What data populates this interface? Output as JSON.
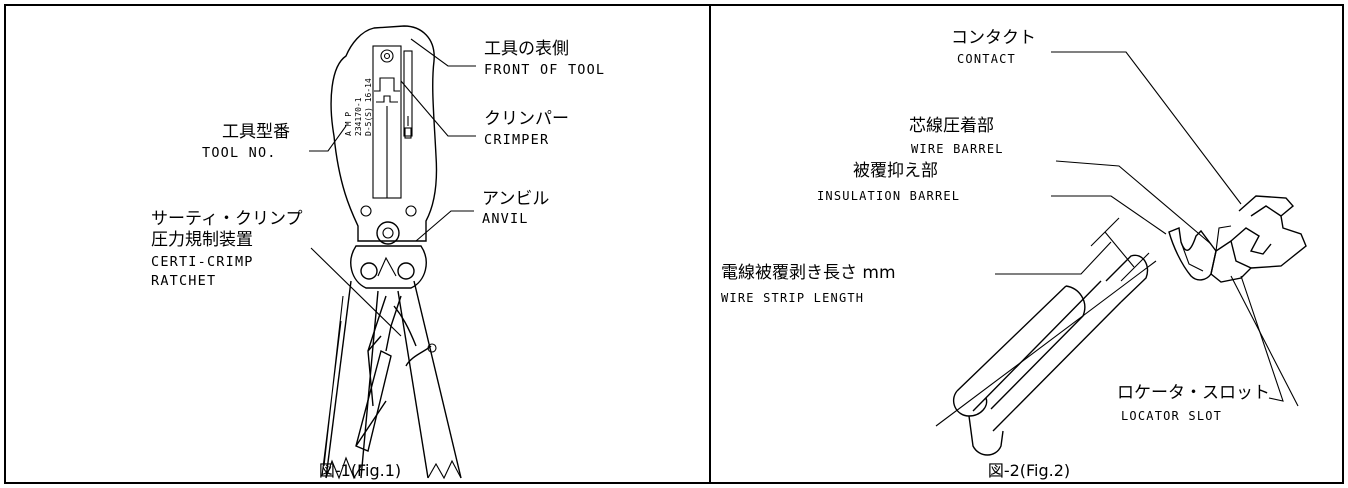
{
  "fig1": {
    "caption": "図-1(Fig.1)",
    "labels": {
      "front_jp": "工具の表側",
      "front_en": "FRONT OF TOOL",
      "crimper_jp": "クリンパー",
      "crimper_en": "CRIMPER",
      "toolno_jp": "工具型番",
      "toolno_en": "TOOL NO.",
      "anvil_jp": "アンビル",
      "anvil_en": "ANVIL",
      "ratchet_jp1": "サーティ・クリンプ",
      "ratchet_jp2": "圧力規制装置",
      "ratchet_en1": "CERTI-CRIMP",
      "ratchet_en2": "RATCHET"
    },
    "tool_marking": [
      "A M P",
      "234170-1",
      "D-5(S) 16-14"
    ]
  },
  "fig2": {
    "caption": "図-2(Fig.2)",
    "labels": {
      "contact_jp": "コンタクト",
      "contact_en": "CONTACT",
      "wire_barrel_jp": "芯線圧着部",
      "wire_barrel_en": "WIRE BARREL",
      "insulation_jp": "被覆抑え部",
      "insulation_en": "INSULATION BARREL",
      "strip_jp": "電線被覆剥き長さ mm",
      "strip_en": "WIRE STRIP LENGTH",
      "locator_jp": "ロケータ・スロット",
      "locator_en": "LOCATOR SLOT"
    }
  }
}
